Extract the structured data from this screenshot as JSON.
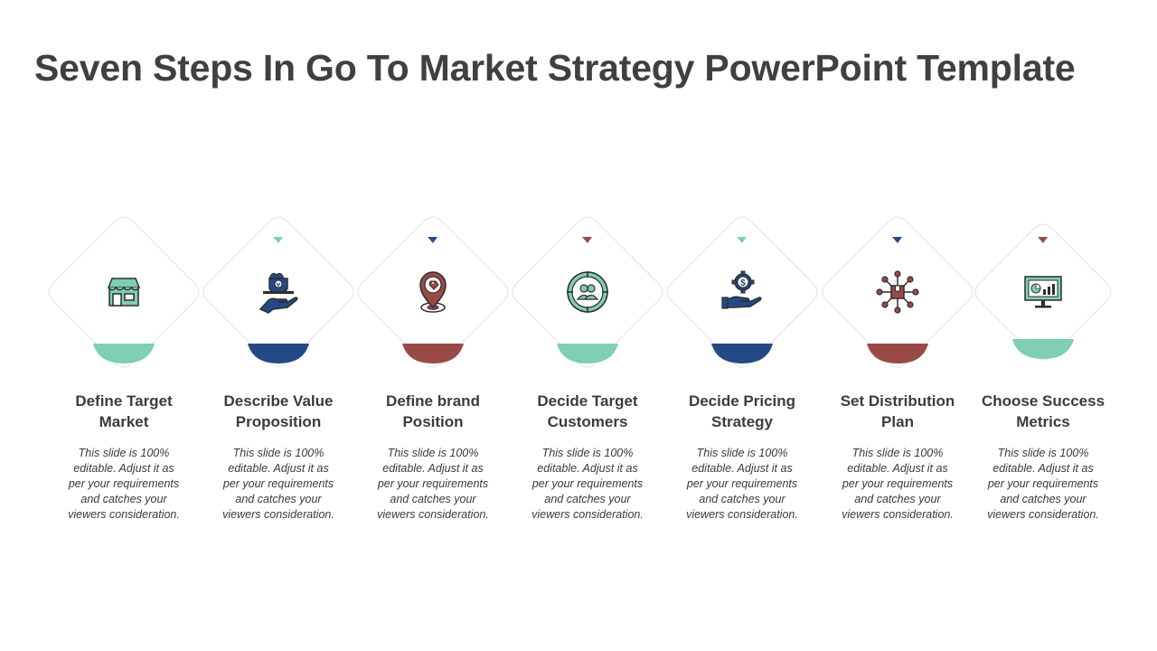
{
  "page": {
    "title": "Seven Steps In Go To Market Strategy PowerPoint Template"
  },
  "colors": {
    "teal": "#7ecfb3",
    "navy": "#234a86",
    "brown": "#9a4a46",
    "outline": "#e3e3e3",
    "title": "#404040"
  },
  "steps": [
    {
      "title_lines": [
        "Define Target",
        "Market"
      ],
      "icon": "storefront-icon",
      "accent": "teal",
      "desc_lines": [
        "This slide is 100%",
        "editable. Adjust  it as",
        "per your requirements",
        "and catches your",
        "viewers consideration."
      ]
    },
    {
      "title_lines": [
        "Describe Value",
        "Proposition"
      ],
      "icon": "hand-offering-gift-icon",
      "accent": "navy",
      "desc_lines": [
        "This slide is 100%",
        "editable. Adjust  it as",
        "per your requirements",
        "and catches your",
        "viewers consideration."
      ]
    },
    {
      "title_lines": [
        "Define brand",
        "Position"
      ],
      "icon": "location-pin-tag-icon",
      "accent": "brown",
      "desc_lines": [
        "This slide is 100%",
        "editable. Adjust  it as",
        "per your requirements",
        "and catches your",
        "viewers consideration."
      ]
    },
    {
      "title_lines": [
        "Decide Target",
        "Customers"
      ],
      "icon": "target-customers-icon",
      "accent": "teal",
      "desc_lines": [
        "This slide is 100%",
        "editable. Adjust  it as",
        "per your requirements",
        "and catches your",
        "viewers consideration."
      ]
    },
    {
      "title_lines": [
        "Decide Pricing",
        "Strategy"
      ],
      "icon": "hand-dollar-gear-icon",
      "accent": "navy",
      "desc_lines": [
        "This slide is 100%",
        "editable. Adjust  it as",
        "per your requirements",
        "and catches your",
        "viewers consideration."
      ]
    },
    {
      "title_lines": [
        "Set Distribution",
        "Plan"
      ],
      "icon": "distribution-network-icon",
      "accent": "brown",
      "desc_lines": [
        "This slide is 100%",
        "editable. Adjust  it as",
        "per your requirements",
        "and catches your",
        "viewers consideration."
      ]
    },
    {
      "title_lines": [
        "Choose Success",
        "Metrics"
      ],
      "icon": "metrics-monitor-icon",
      "accent": "teal",
      "desc_lines": [
        "This slide is 100%",
        "editable. Adjust  it as",
        "per your requirements",
        "and catches your",
        "viewers consideration."
      ]
    }
  ]
}
